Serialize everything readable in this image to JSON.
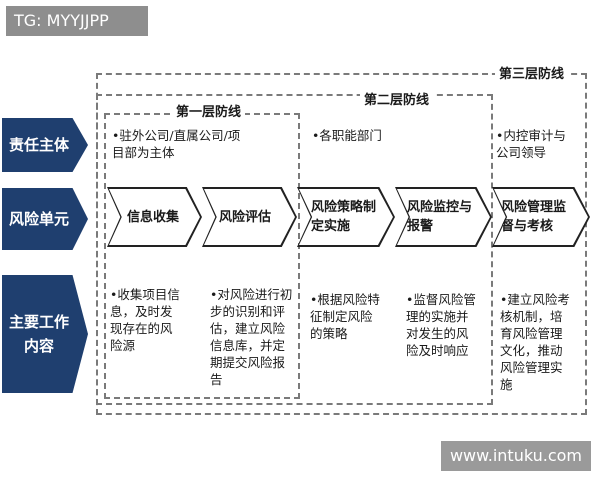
{
  "tag": "TG: MYYJJPP",
  "watermark": "www.intuku.com",
  "defense_lines": {
    "first": "第一层防线",
    "second": "第二层防线",
    "third": "第三层防线"
  },
  "row_headers": {
    "responsible": "责任主体",
    "risk_unit": "风险单元",
    "main_work": "主要工作\n内容"
  },
  "responsible": {
    "first": "•驻外公司/直属公司/项\n目部为主体",
    "second": "•各职能部门",
    "third": "•内控审计与\n公司领导"
  },
  "units": [
    "信息收集",
    "风险评估",
    "风险策略制\n定实施",
    "风险监控与\n报警",
    "风险管理监\n督与考核"
  ],
  "work": [
    "•收集项目信\n息，及时发\n现存在的风\n险源",
    "•对风险进行初\n步的识别和评\n估，建立风险\n信息库，并定\n期提交风险报\n告",
    "•根据风险特\n征制定风险\n的策略",
    "•监督风险管\n理的实施并\n对发生的风\n险及时响应",
    "•建立风险考\n核机制，培\n育风险管理\n文化，推动\n风险管理实\n施"
  ]
}
